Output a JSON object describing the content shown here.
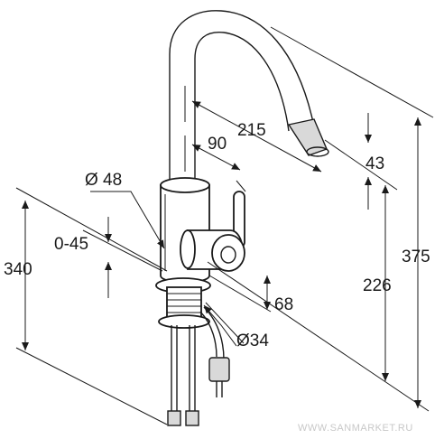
{
  "dimensions": {
    "spout_reach": "215",
    "lever_offset": "90",
    "body_diameter": "Ø 48",
    "height_340": "340",
    "adjust_range": "0-45",
    "spout_tip_height": "43",
    "total_height": "375",
    "spout_clearance": "226",
    "base_height": "68",
    "shank_diameter": "Ø34"
  },
  "watermark": "WWW.SANMARKET.RU"
}
